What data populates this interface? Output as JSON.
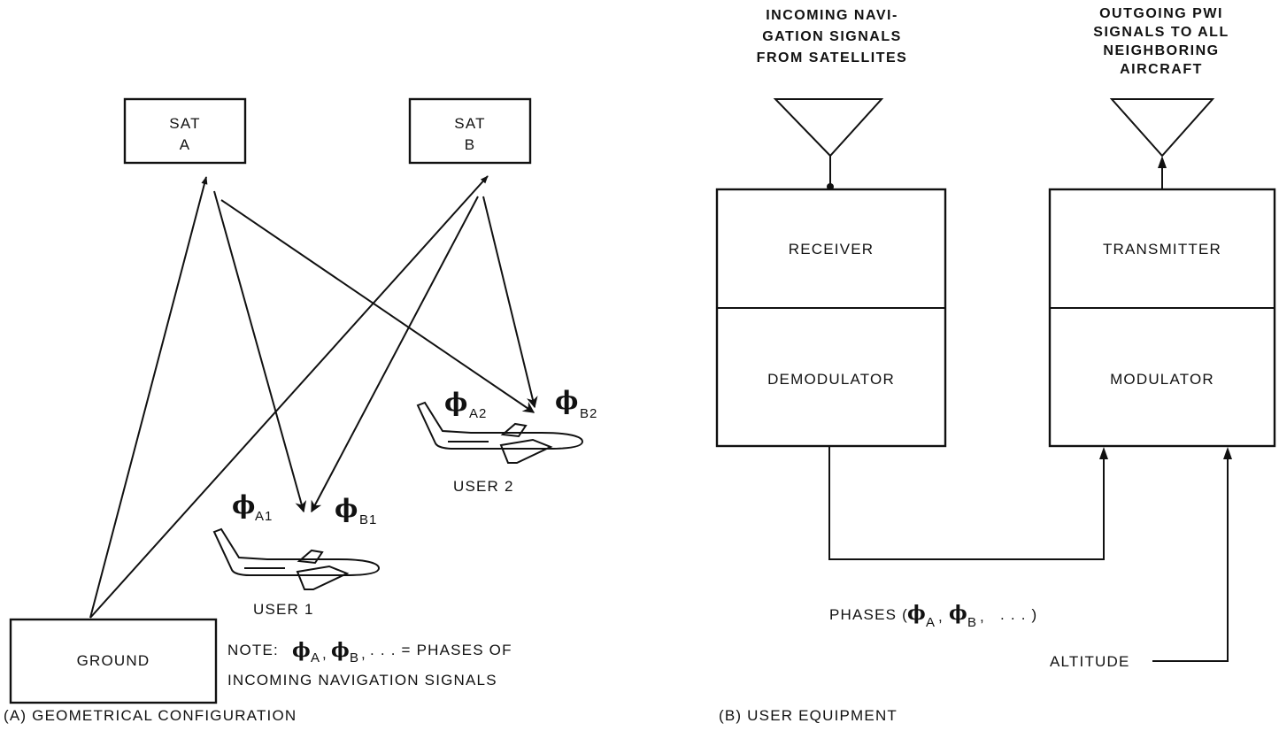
{
  "panel_a": {
    "caption": "(A)  GEOMETRICAL CONFIGURATION",
    "sat_a": {
      "line1": "SAT",
      "line2": "A"
    },
    "sat_b": {
      "line1": "SAT",
      "line2": "B"
    },
    "ground": "GROUND",
    "user1": "USER 1",
    "user2": "USER 2",
    "phase_labels": {
      "a1": {
        "symbol": "ϕ",
        "sub": "A1"
      },
      "b1": {
        "symbol": "ϕ",
        "sub": "B1"
      },
      "a2": {
        "symbol": "ϕ",
        "sub": "A2"
      },
      "b2": {
        "symbol": "ϕ",
        "sub": "B2"
      }
    },
    "note": {
      "prefix": "NOTE:",
      "phi": "ϕ",
      "sub_a": "A",
      "sub_b": "B",
      "suffix": ". . . = PHASES OF",
      "line2": "INCOMING NAVIGATION SIGNALS"
    }
  },
  "panel_b": {
    "caption": "(B) USER EQUIPMENT",
    "incoming_antenna": [
      "INCOMING NAVI-",
      "GATION SIGNALS",
      "FROM SATELLITES"
    ],
    "outgoing_antenna": [
      "OUTGOING PWI",
      "SIGNALS TO ALL",
      "NEIGHBORING",
      "AIRCRAFT"
    ],
    "receiver": "RECEIVER",
    "demodulator": "DEMODULATOR",
    "transmitter": "TRANSMITTER",
    "modulator": "MODULATOR",
    "phases": {
      "prefix": "PHASES (",
      "phi": "ϕ",
      "sub_a": "A",
      "sub_b": "B",
      "suffix": ". . . )"
    },
    "altitude": "ALTITUDE"
  }
}
